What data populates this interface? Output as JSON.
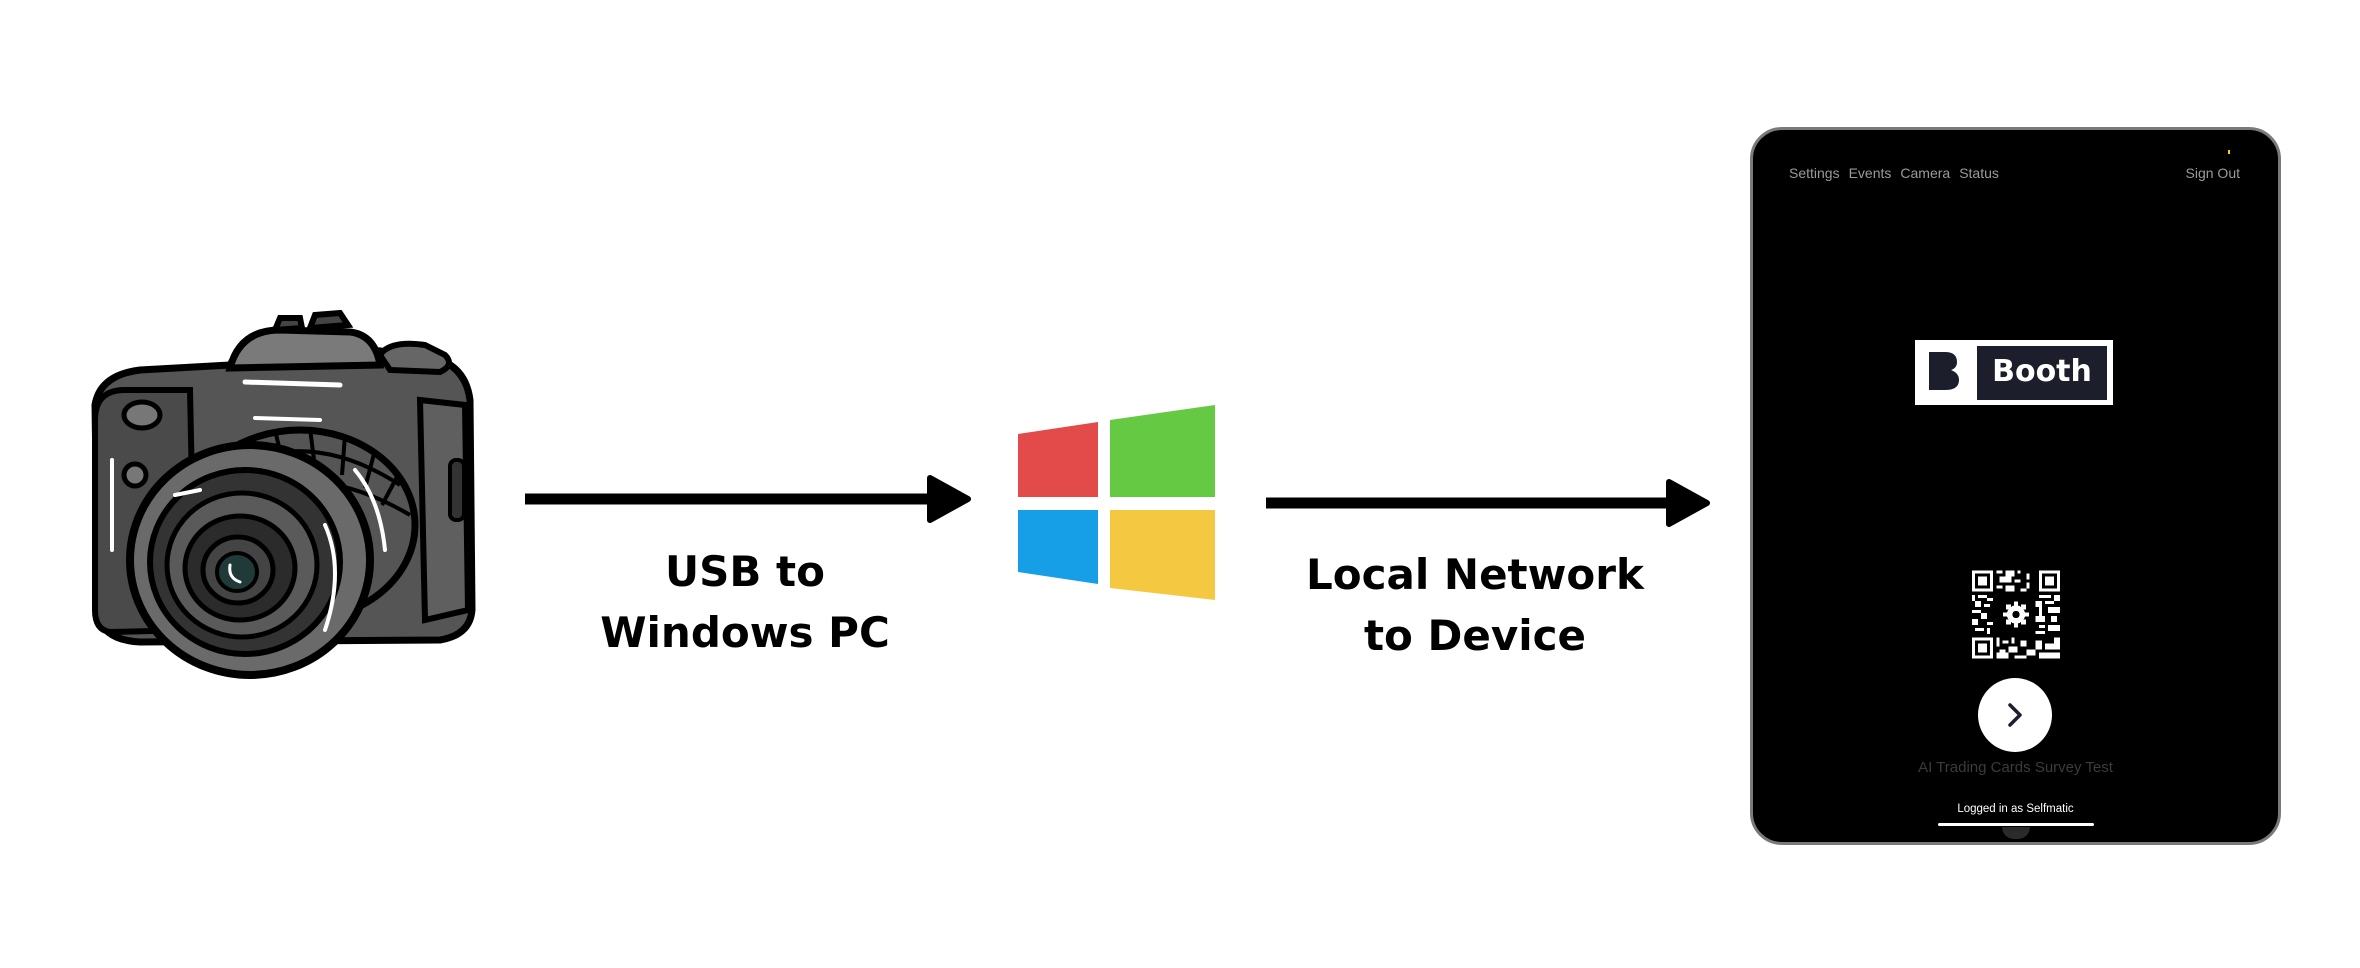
{
  "diagram": {
    "nodes": [
      {
        "id": "camera",
        "icon": "dslr-camera-icon",
        "label": ""
      },
      {
        "id": "windows-pc",
        "icon": "windows-logo-icon",
        "label": ""
      },
      {
        "id": "device",
        "icon": "tablet-device",
        "label": ""
      }
    ],
    "edges": [
      {
        "from": "camera",
        "to": "windows-pc",
        "label_line1": "USB to",
        "label_line2": "Windows PC"
      },
      {
        "from": "windows-pc",
        "to": "device",
        "label_line1": "Local Network",
        "label_line2": "to Device"
      }
    ],
    "colors": {
      "windows_red": "#e34a4a",
      "windows_green": "#66c944",
      "windows_blue": "#169ee6",
      "windows_yellow": "#f5c842",
      "arrow": "#000000"
    }
  },
  "device_screen": {
    "nav": [
      "Settings",
      "Events",
      "Camera",
      "Status"
    ],
    "sign_out": "Sign Out",
    "logo_text": "Booth",
    "logo_letter": "B",
    "qr_icon": "qr-code-icon",
    "go_button_icon": "chevron-right-icon",
    "event_name": "AI Trading Cards Survey Test",
    "logged_in_text": "Logged in as Selfmatic",
    "colors": {
      "background": "#000000",
      "logo_dark": "#1c1f2b",
      "nav_text": "#9a9a9a",
      "event_text": "#3c3c3c"
    }
  }
}
